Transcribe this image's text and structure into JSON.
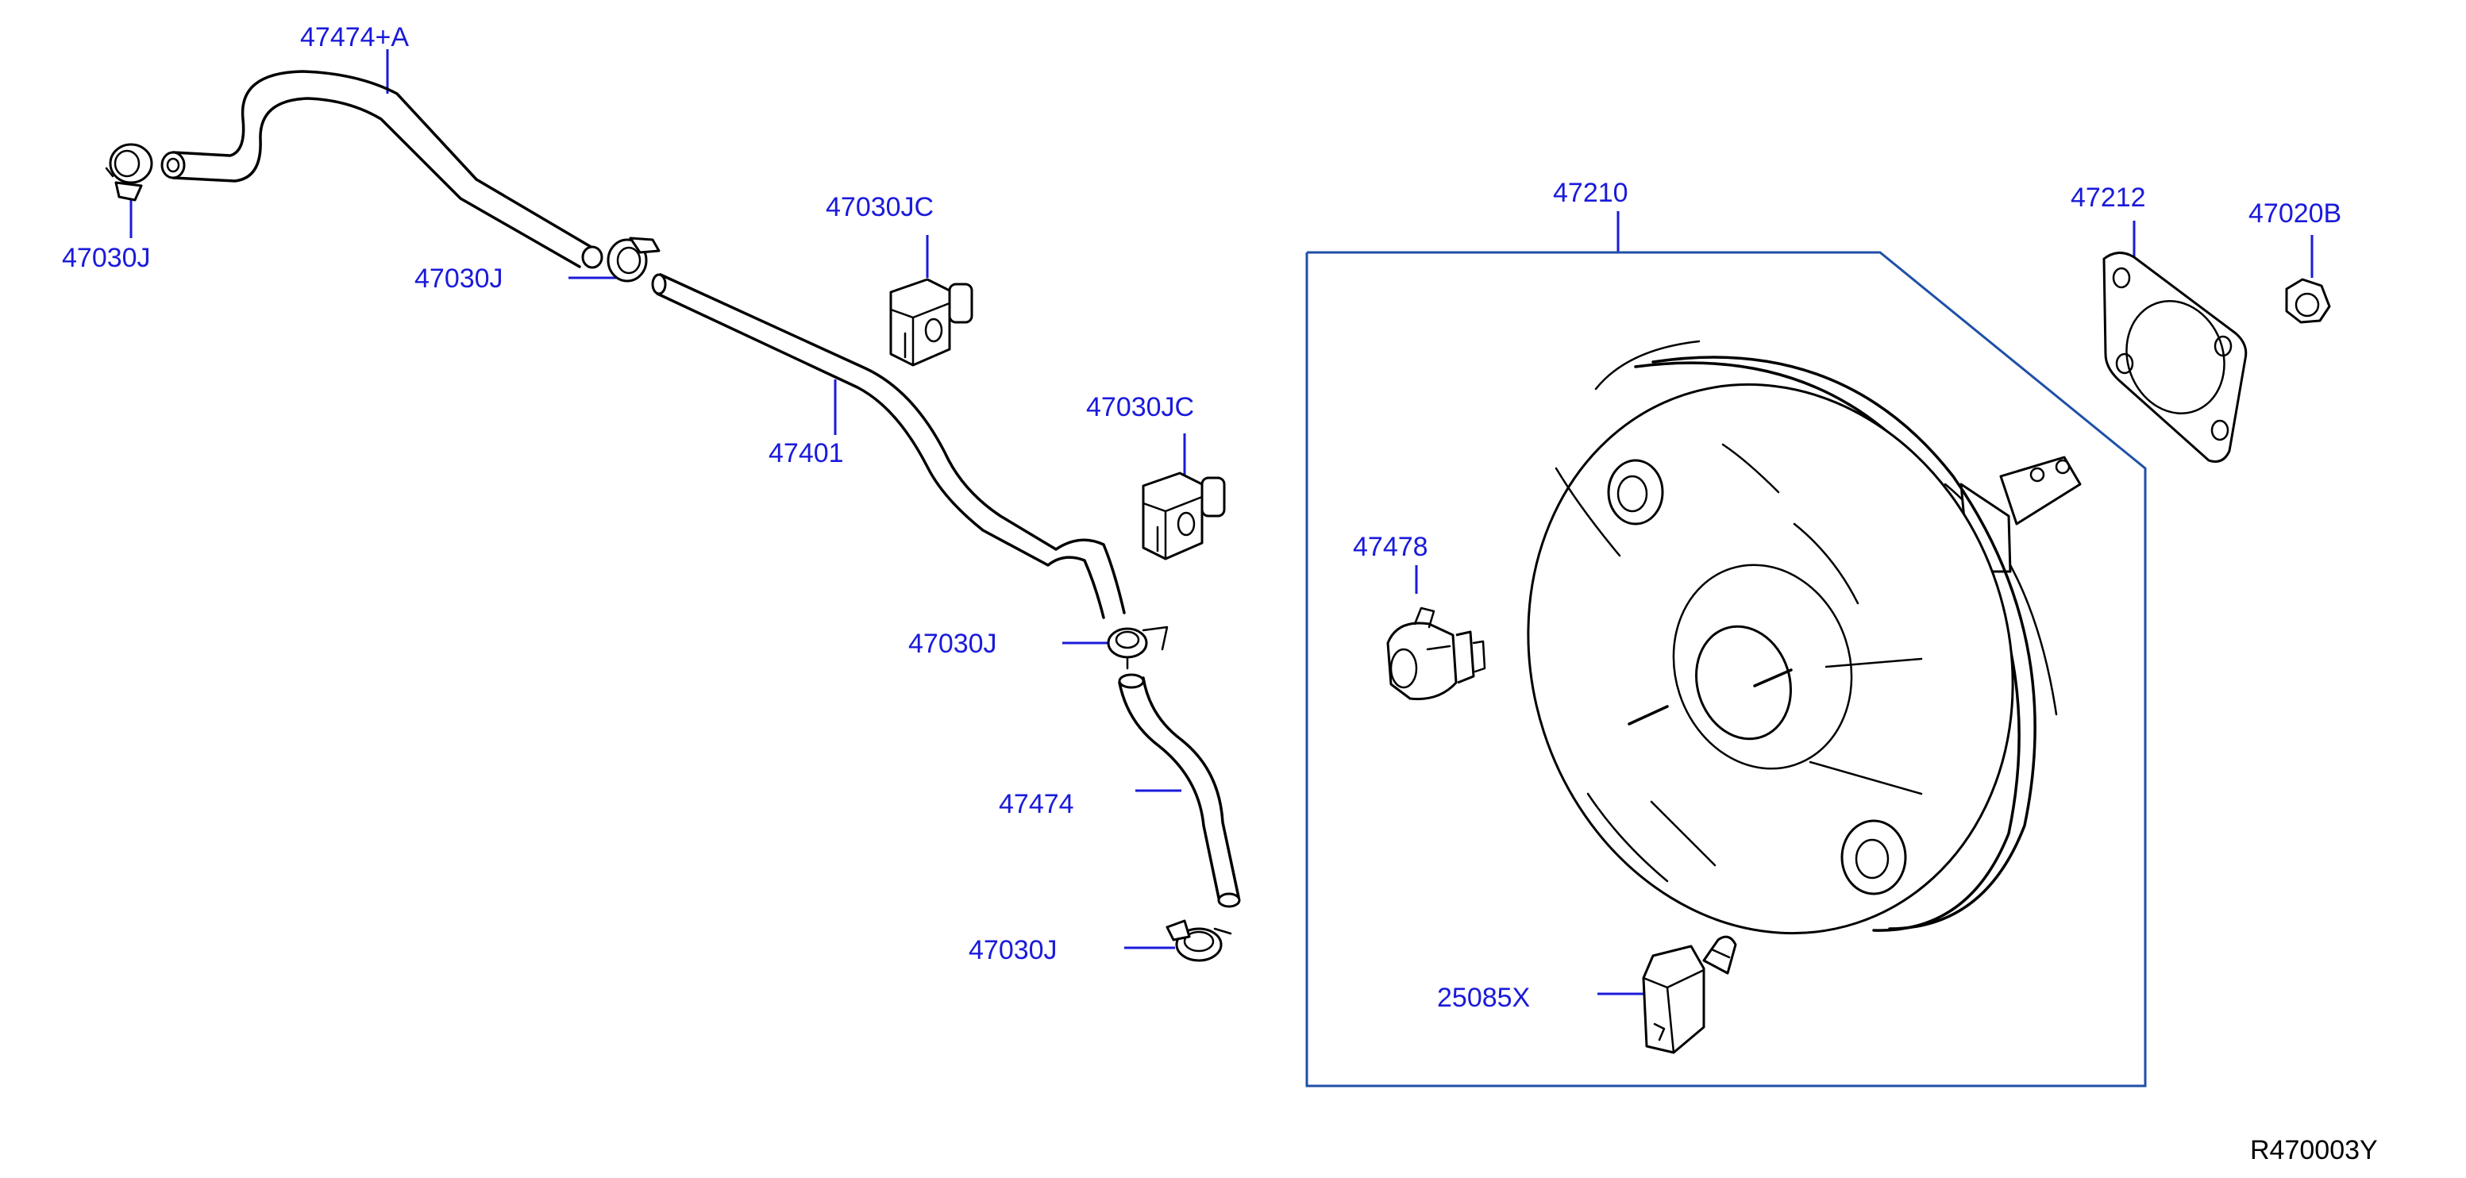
{
  "diagram_id": "R470003Y",
  "parts": {
    "hose_upper": "47474+A",
    "clamp_top_left": "47030J",
    "clamp_upper": "47030J",
    "connector_upper": "47030JC",
    "vacuum_tube": "47401",
    "connector_lower": "47030JC",
    "clamp_middle": "47030J",
    "hose_lower": "47474",
    "clamp_bottom": "47030J",
    "check_valve": "47478",
    "booster_assy": "47210",
    "gasket": "47212",
    "nut": "47020B",
    "sensor": "25085X"
  },
  "colors": {
    "label": "#1a1adb",
    "frame": "#1f4fa8",
    "line": "#000000"
  }
}
